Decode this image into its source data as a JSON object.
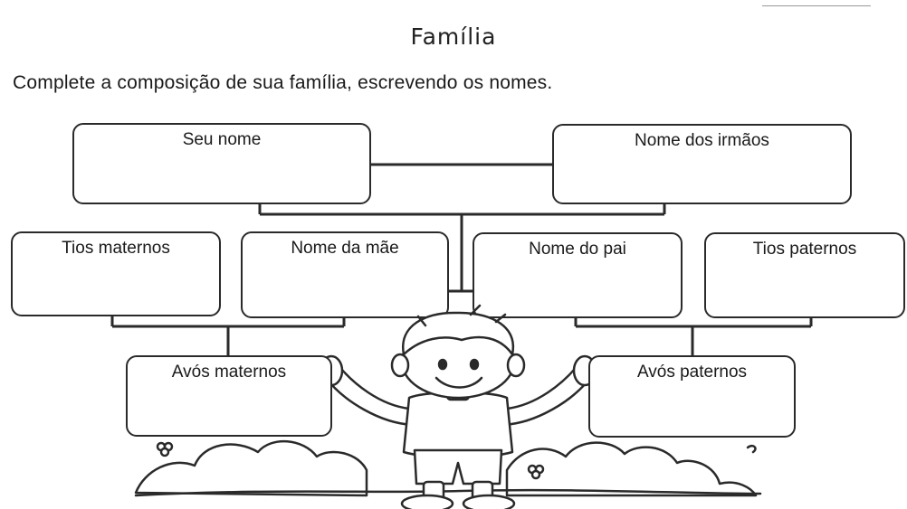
{
  "worksheet": {
    "title": "Família",
    "instruction": "Complete a composição de sua família, escrevendo os nomes.",
    "boxes": {
      "seu_nome": "Seu nome",
      "irmaos": "Nome dos irmãos",
      "tios_maternos": "Tios maternos",
      "mae": "Nome da mãe",
      "pai": "Nome do pai",
      "tios_paternos": "Tios paternos",
      "avos_maternos": "Avós maternos",
      "avos_paternos": "Avós paternos"
    },
    "illustration": "boy-with-bushes-illustration"
  }
}
